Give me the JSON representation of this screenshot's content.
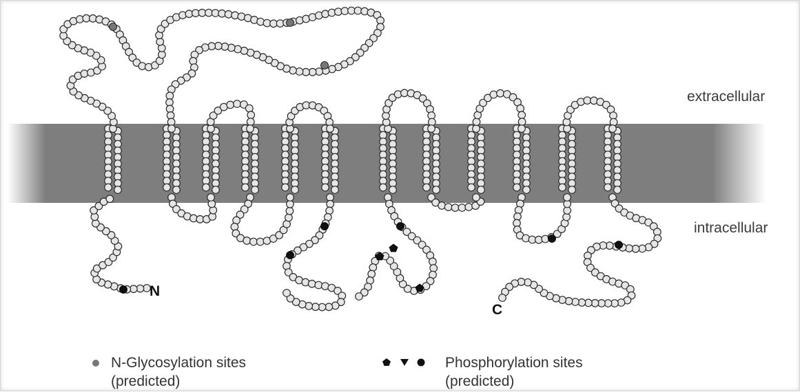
{
  "regions": {
    "extracellular": "extracellular",
    "intracellular": "intracellular"
  },
  "termini": {
    "n": "N",
    "c": "C"
  },
  "legend": {
    "glycosylation_line1": "N-Glycosylation sites",
    "glycosylation_line2": "(predicted)",
    "phosphorylation_line1": "Phosphorylation sites",
    "phosphorylation_line2": "(predicted)",
    "phosphorylation_symbols": [
      "pentagon",
      "triangle",
      "circle"
    ]
  },
  "colors": {
    "membrane": "#808080",
    "residue_fill": "#e6e6e6",
    "residue_stroke": "#2a2a2a",
    "glycosylation_site": "#777777",
    "phosphorylation_site": "#111111"
  },
  "transmembrane_helix_count": 12
}
